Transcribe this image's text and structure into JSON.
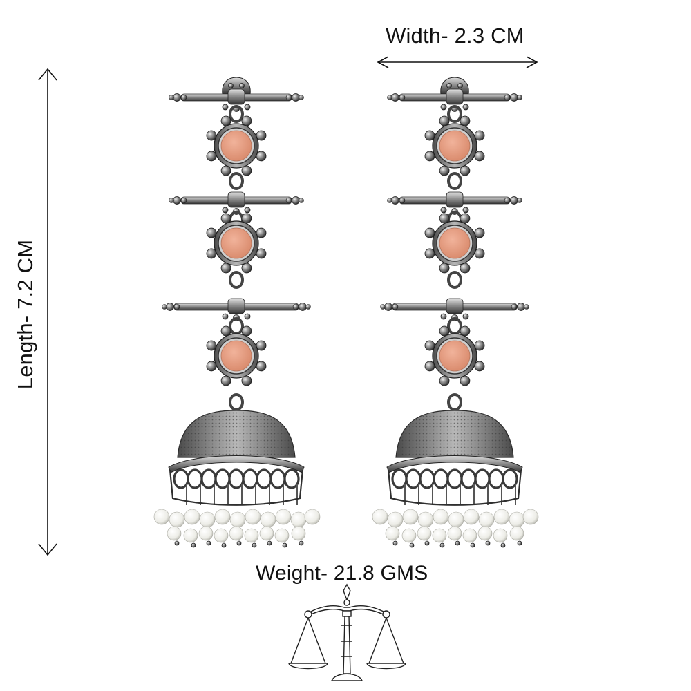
{
  "dimensions": {
    "width_label": "Width- 2.3 CM",
    "length_label": "Length- 7.2 CM",
    "weight_label": "Weight- 21.8 GMS"
  },
  "product": {
    "earring_count": 2,
    "stone_count_per_earring": 3,
    "colors": {
      "metal": "#8a8a8a",
      "metal_dark": "#3a3a3a",
      "metal_light": "#d4d4d4",
      "stone": "#e39a7f",
      "pearl": "#f6f6f2"
    }
  },
  "icons": [
    "scale-icon",
    "width-arrow",
    "length-arrow"
  ]
}
